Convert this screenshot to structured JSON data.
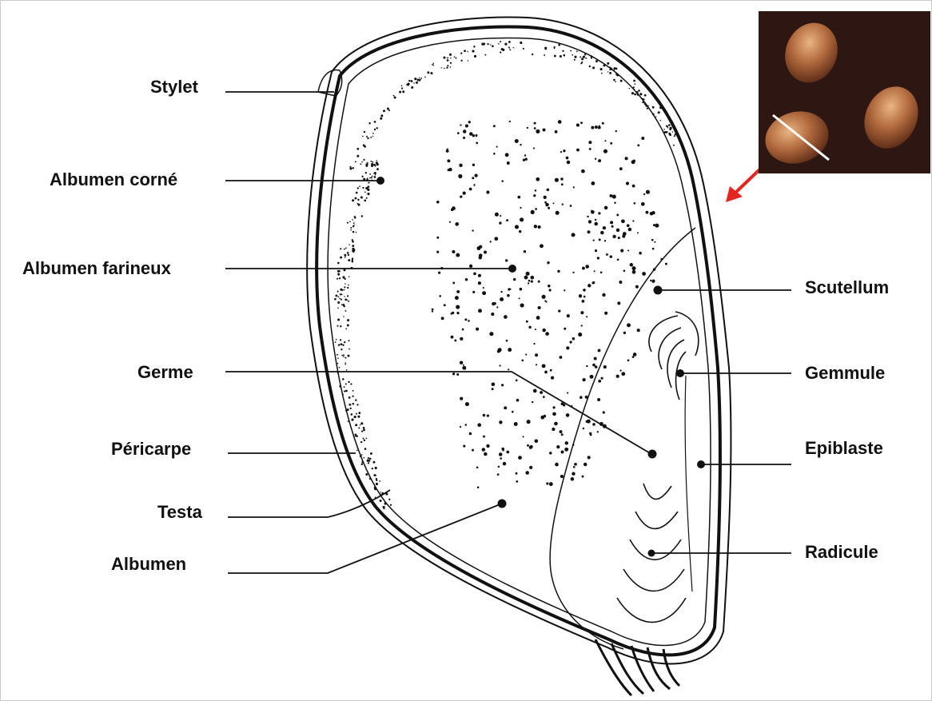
{
  "labels": {
    "left": [
      "Stylet",
      "Albumen corné",
      "Albumen farineux",
      "Germe",
      "Péricarpe",
      "Testa",
      "Albumen"
    ],
    "right": [
      "Scutellum",
      "Gemmule",
      "Epiblaste",
      "Radicule"
    ]
  },
  "colors": {
    "ink": "#111111",
    "arrow": "#e3261f",
    "photo_bg": "#2e1712",
    "seed": "#b0683c",
    "cut_line": "#ffffff"
  },
  "icons": [
    "seed-photo",
    "red-arrow-icon"
  ]
}
